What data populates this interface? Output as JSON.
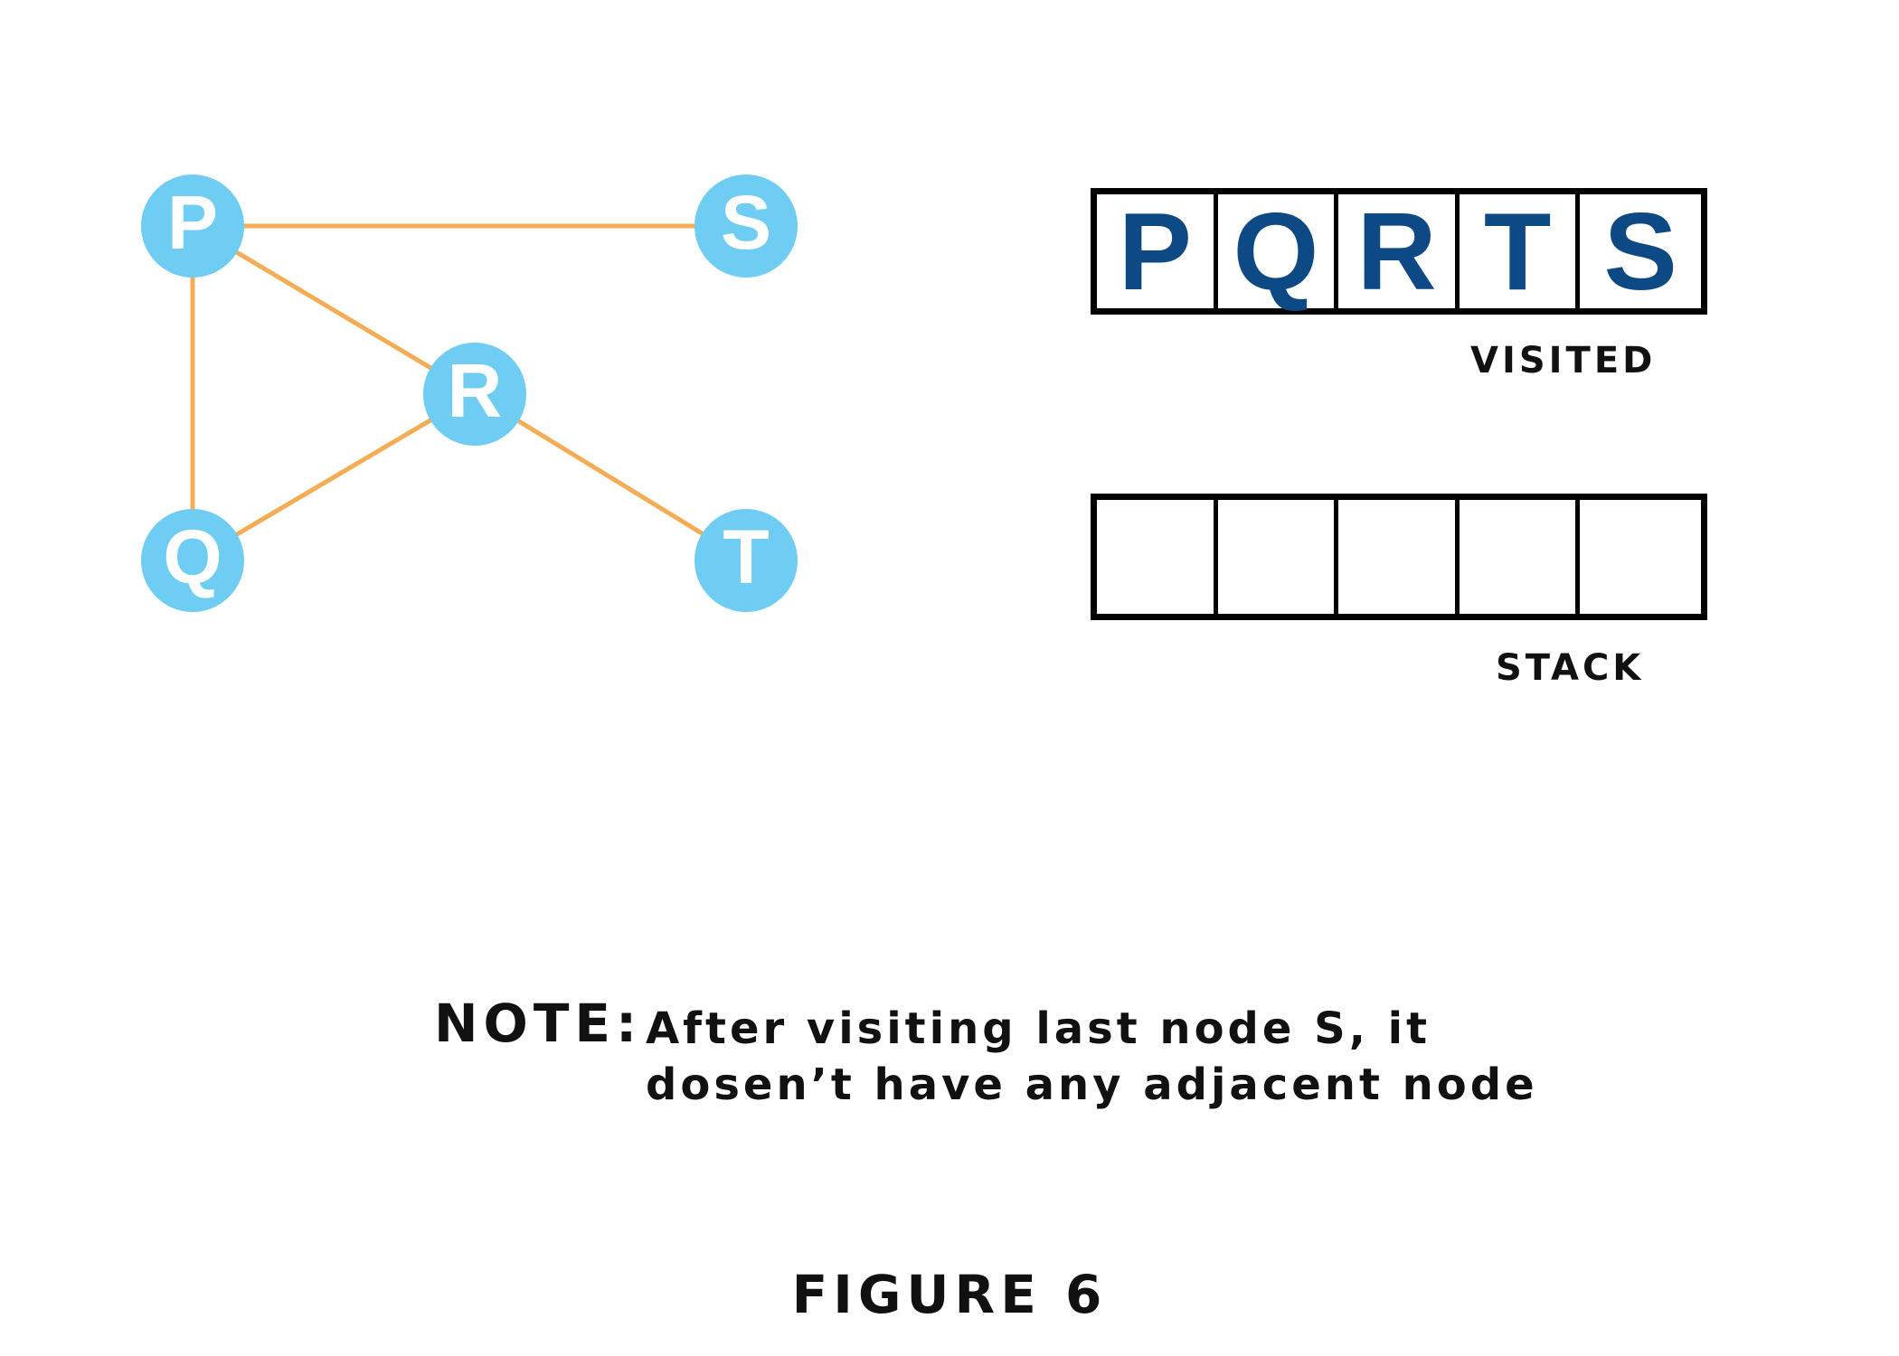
{
  "graph": {
    "nodes": [
      {
        "id": "P",
        "label": "P"
      },
      {
        "id": "S",
        "label": "S"
      },
      {
        "id": "R",
        "label": "R"
      },
      {
        "id": "Q",
        "label": "Q"
      },
      {
        "id": "T",
        "label": "T"
      }
    ],
    "edges": [
      [
        "P",
        "S"
      ],
      [
        "P",
        "R"
      ],
      [
        "P",
        "Q"
      ],
      [
        "R",
        "Q"
      ],
      [
        "R",
        "T"
      ]
    ],
    "node_color": "#6fcdf4",
    "edge_color": "#f5ad55"
  },
  "visited": {
    "cells": [
      "P",
      "Q",
      "R",
      "T",
      "S"
    ],
    "caption": "VISITED",
    "text_color": "#0d4a85"
  },
  "stack": {
    "cells": [
      "",
      "",
      "",
      "",
      ""
    ],
    "caption": "STACK"
  },
  "note": {
    "label": "NOTE:",
    "line1": "After visiting last node S, it",
    "line2": "dosen’t have any adjacent node"
  },
  "figure_caption": "FIGURE 6"
}
